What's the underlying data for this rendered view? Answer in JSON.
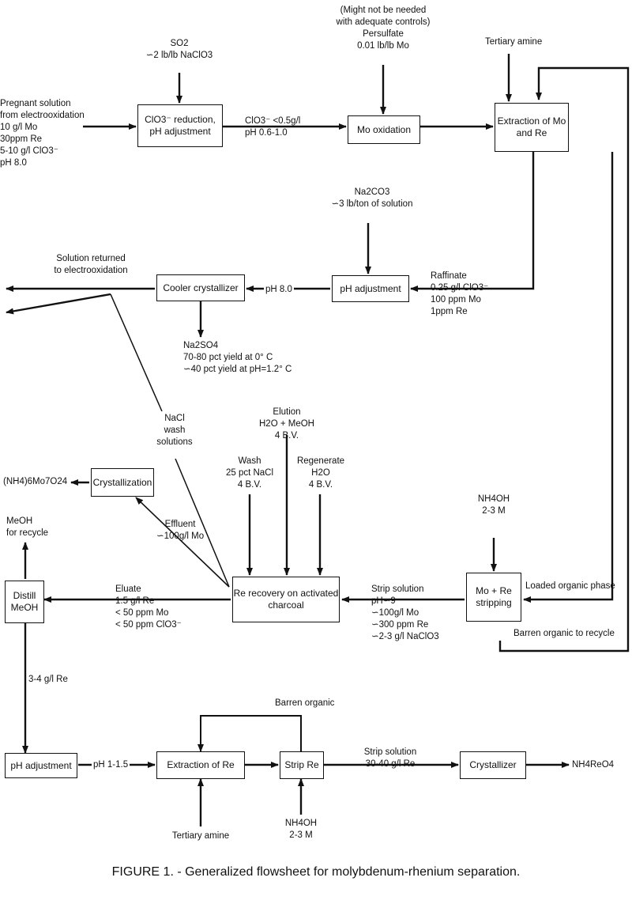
{
  "boxes": {
    "clo3_reduction": "ClO3⁻ reduction, pH adjustment",
    "mo_oxidation": "Mo oxidation",
    "extraction_mo_re": "Extraction of Mo and Re",
    "ph_adjustment_top": "pH adjustment",
    "cooler_crystallizer": "Cooler crystallizer",
    "crystallization": "Crystallization",
    "re_recovery": "Re recovery on activated charcoal",
    "mo_re_stripping": "Mo + Re stripping",
    "distill_meoh": "Distill MeOH",
    "ph_adjustment_bottom": "pH adjustment",
    "extraction_re": "Extraction of Re",
    "strip_re": "Strip Re",
    "crystallizer": "Crystallizer"
  },
  "labels": {
    "pregnant": [
      "Pregnant solution",
      "from electrooxidation",
      "10 g/l Mo",
      "30ppm Re",
      "5-10 g/l ClO3⁻",
      "pH 8.0"
    ],
    "so2": [
      "SO2",
      "∽2 lb/lb NaClO3"
    ],
    "clo3_limit": [
      "ClO3⁻ <0.5g/l",
      "pH 0.6-1.0"
    ],
    "persulfate": [
      "(Might not be needed",
      "with adequate controls)",
      "Persulfate",
      "0.01 lb/lb Mo"
    ],
    "tertiary_amine_top": "Tertiary amine",
    "na2co3": [
      "Na2CO3",
      "∽3 lb/ton of solution"
    ],
    "raffinate": [
      "Raffinate",
      "0.25 g/l ClO3⁻",
      "100 ppm Mo",
      "1ppm Re"
    ],
    "solution_returned": [
      "Solution returned",
      "to electrooxidation"
    ],
    "ph80": "pH 8.0",
    "na2so4": [
      "Na2SO4",
      "70-80 pct yield at 0° C",
      "∽40 pct yield at pH=1.2° C"
    ],
    "nacl": [
      "NaCl",
      "wash",
      "solutions"
    ],
    "elution": [
      "Elution",
      "H2O + MeOH",
      "4 B.V."
    ],
    "wash": [
      "Wash",
      "25 pct NaCl",
      "4 B.V."
    ],
    "regenerate": [
      "Regenerate",
      "H2O",
      "4 B.V."
    ],
    "nh4oh_top": [
      "NH4OH",
      "2-3 M"
    ],
    "ammonium_molybdate": "(NH4)6Mo7O24",
    "meoh_recycle": [
      "MeOH",
      "for recycle"
    ],
    "effluent": [
      "Effluent",
      "∽100g/l Mo"
    ],
    "loaded_organic": "Loaded organic phase",
    "barren_recycle": "Barren organic to recycle",
    "eluate": [
      "Eluate",
      "1.5 g/l Re",
      "< 50 ppm Mo",
      "< 50 ppm ClO3⁻"
    ],
    "strip_solution_mid": [
      "Strip solution",
      "pH∽9",
      "∽100g/l Mo",
      "∽300 ppm Re",
      "∽2-3 g/l NaClO3"
    ],
    "re_34": "3-4 g/l Re",
    "barren_organic": "Barren organic",
    "ph115": "pH 1-1.5",
    "strip_solution_bot": [
      "Strip solution",
      "30-40 g/l Re"
    ],
    "nh4reo4": "NH4ReO4",
    "tertiary_amine_bot": "Tertiary amine",
    "nh4oh_bot": [
      "NH4OH",
      "2-3 M"
    ]
  },
  "caption": "FIGURE 1. - Generalized flowsheet for molybdenum-rhenium separation."
}
